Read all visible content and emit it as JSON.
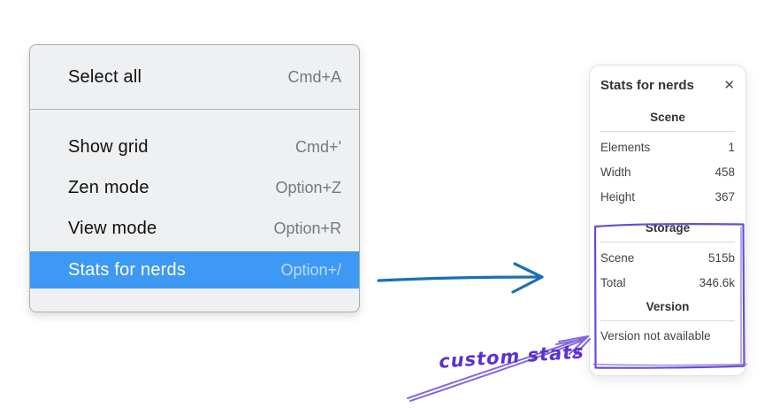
{
  "colors": {
    "accent-blue": "#3d99f4",
    "flow-arrow-blue": "#1b6fb8",
    "annotation-purple": "#6a4bd6",
    "annotation-purple-light": "#8566e0",
    "annotation-text-purple": "#5b2fd3"
  },
  "menu": {
    "items": [
      {
        "label": "Select all",
        "shortcut": "Cmd+A"
      },
      {
        "label": "Show grid",
        "shortcut": "Cmd+'"
      },
      {
        "label": "Zen mode",
        "shortcut": "Option+Z"
      },
      {
        "label": "View mode",
        "shortcut": "Option+R"
      },
      {
        "label": "Stats for nerds",
        "shortcut": "Option+/"
      }
    ]
  },
  "stats_panel": {
    "title": "Stats for nerds",
    "close_icon": "✕",
    "scene": {
      "heading": "Scene",
      "rows": [
        {
          "label": "Elements",
          "value": "1"
        },
        {
          "label": "Width",
          "value": "458"
        },
        {
          "label": "Height",
          "value": "367"
        }
      ]
    },
    "storage": {
      "heading": "Storage",
      "rows": [
        {
          "label": "Scene",
          "value": "515b"
        },
        {
          "label": "Total",
          "value": "346.6k"
        }
      ]
    },
    "version": {
      "heading": "Version",
      "note": "Version not available"
    }
  },
  "annotation": {
    "label": "custom stats"
  }
}
